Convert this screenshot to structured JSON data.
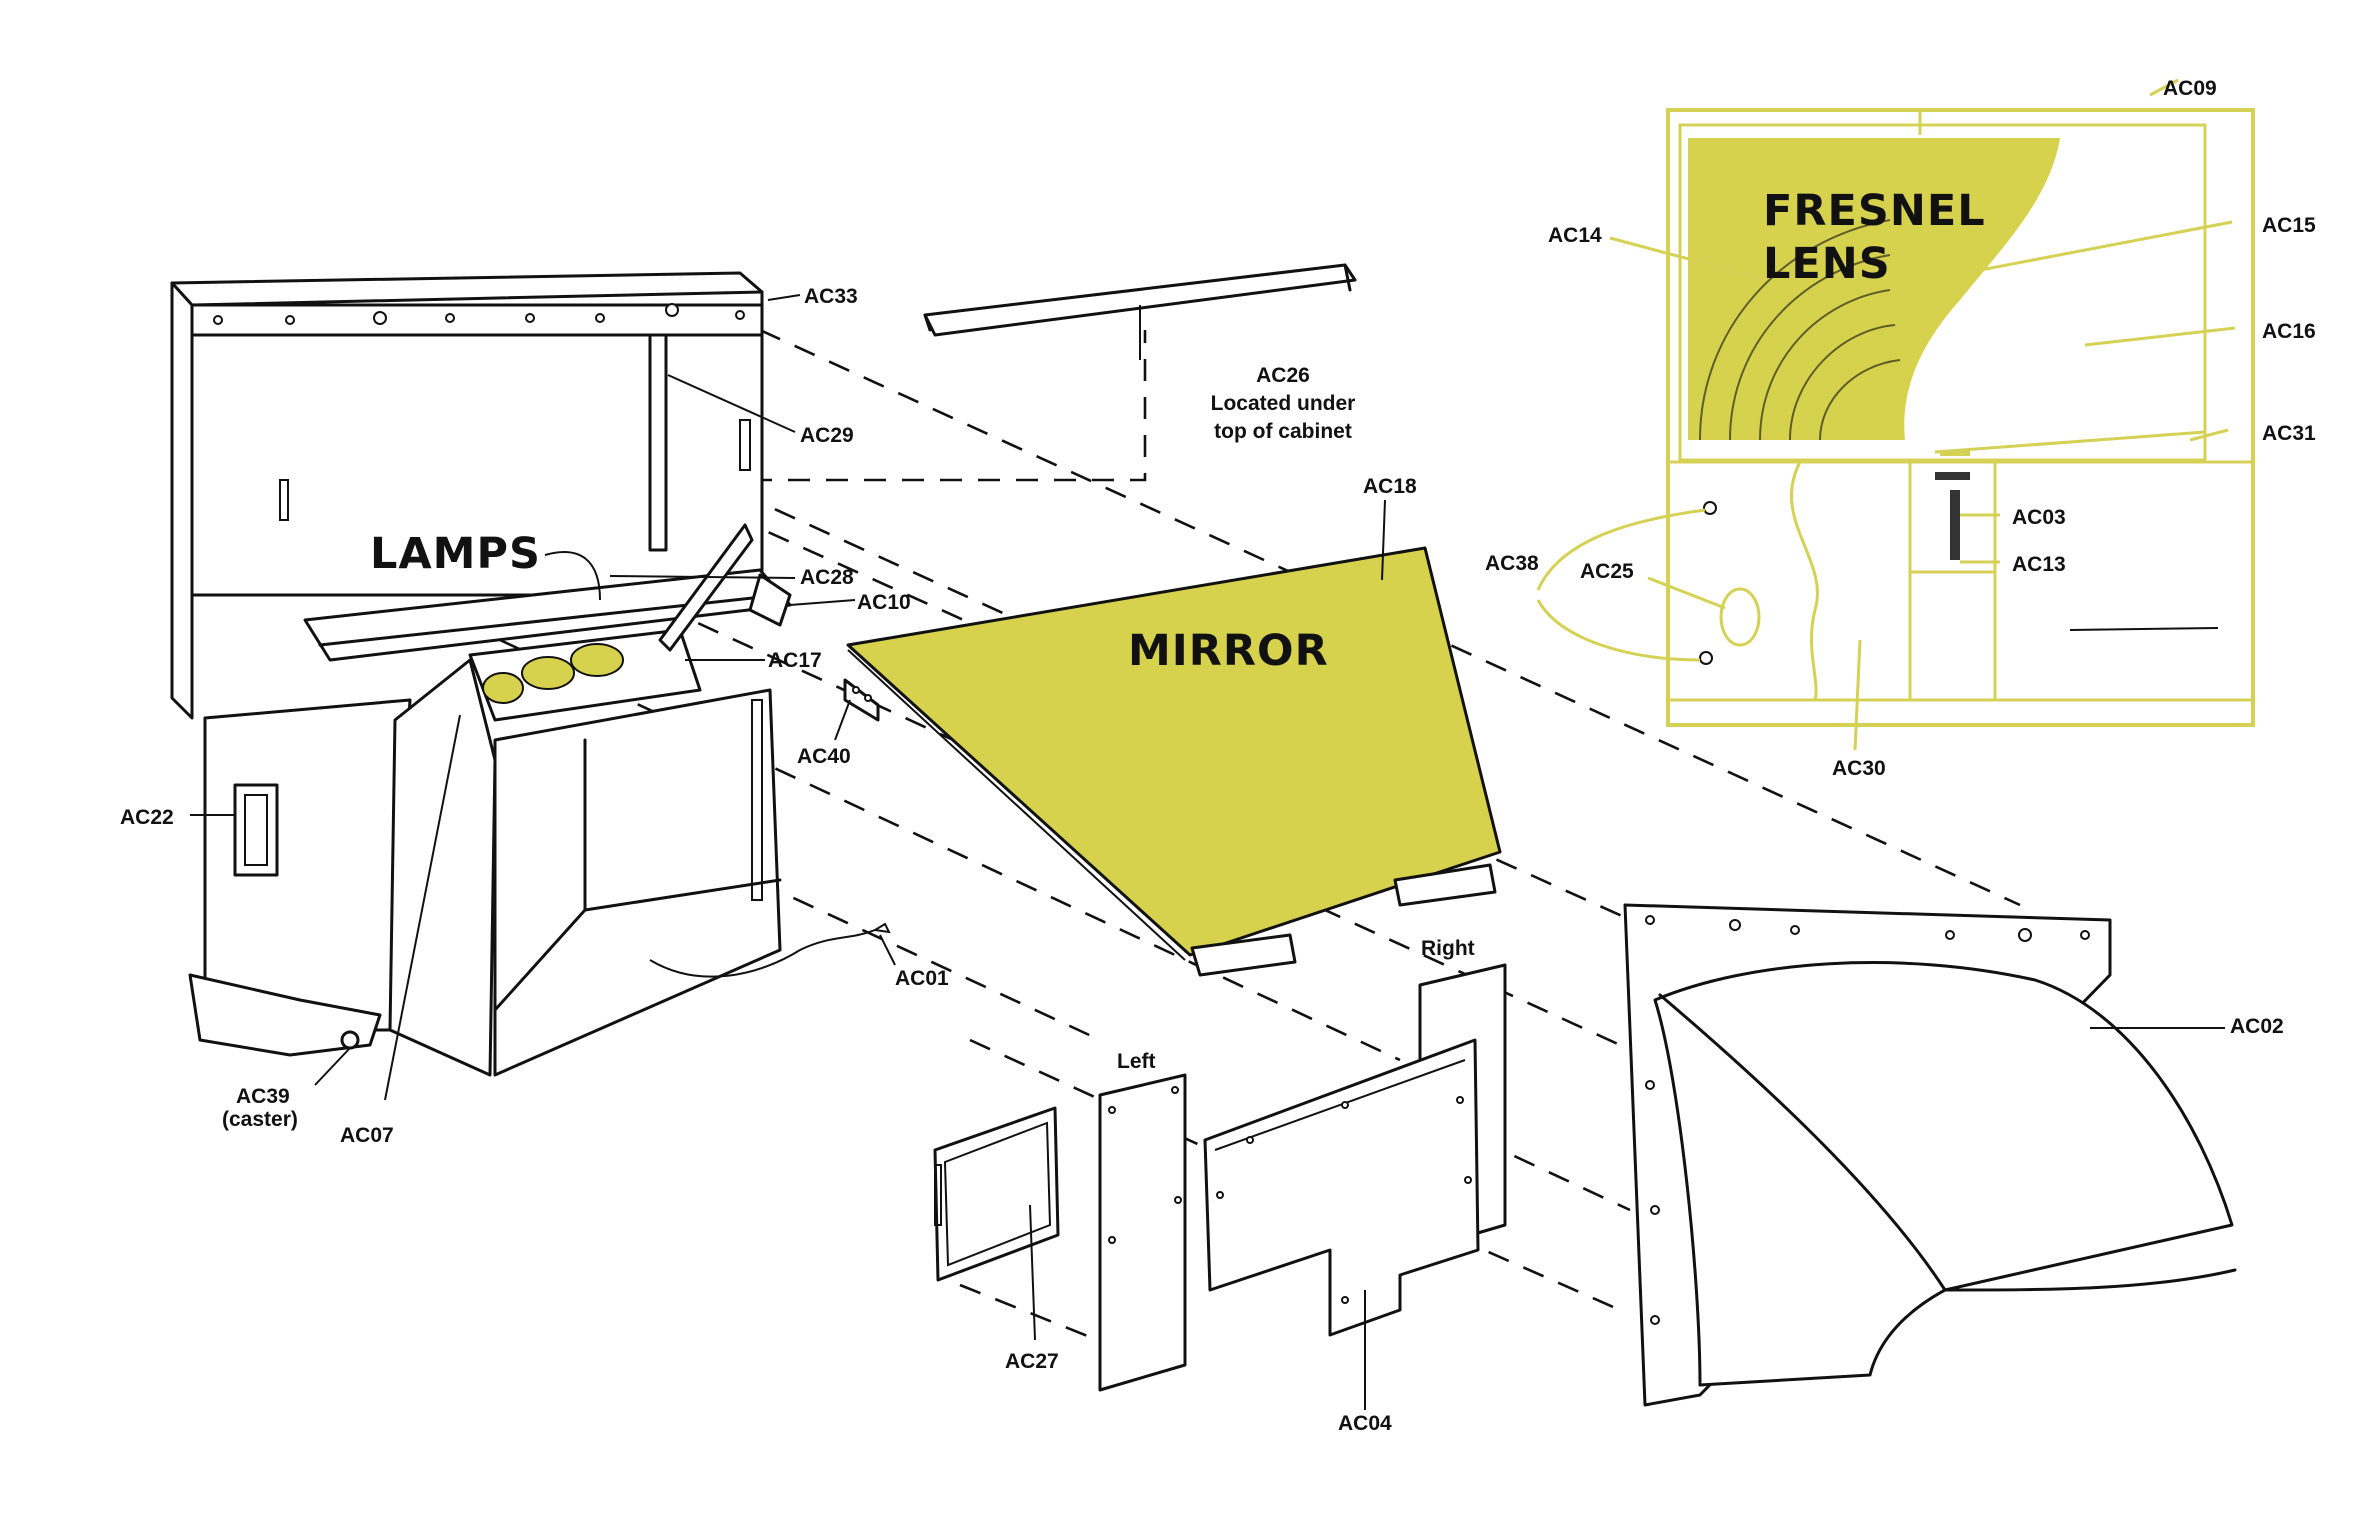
{
  "callouts": {
    "lamps": "LAMPS",
    "mirror": "MIRROR",
    "fresnel_line1": "FRESNEL",
    "fresnel_line2": "LENS"
  },
  "labels": {
    "ac33": "AC33",
    "ac29": "AC29",
    "ac28": "AC28",
    "ac10": "AC10",
    "ac17": "AC17",
    "ac40": "AC40",
    "ac22": "AC22",
    "ac01": "AC01",
    "ac39": "AC39",
    "ac39_note": "(caster)",
    "ac07": "AC07",
    "ac26": "AC26",
    "ac26_note1": "Located under",
    "ac26_note2": "top of cabinet",
    "ac18": "AC18",
    "ac09": "AC09",
    "ac14": "AC14",
    "ac15": "AC15",
    "ac16": "AC16",
    "ac31": "AC31",
    "ac03": "AC03",
    "ac13": "AC13",
    "ac38": "AC38",
    "ac25": "AC25",
    "ac30": "AC30",
    "ac02": "AC02",
    "ac27": "AC27",
    "ac04": "AC04",
    "left": "Left",
    "right": "Right"
  },
  "colors": {
    "highlight": "#d6d24d",
    "line": "#111111",
    "background": "#ffffff"
  }
}
